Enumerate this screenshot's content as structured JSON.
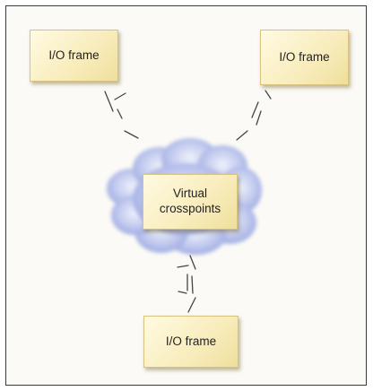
{
  "nodes": {
    "io_top_left": "I/O frame",
    "io_top_right": "I/O frame",
    "center": "Virtual\ncrosspoints",
    "io_bottom": "I/O frame"
  },
  "colors": {
    "box_fill": "#f8ecbb",
    "cloud": "#a9b6e6",
    "frame_border": "#3a3a3a",
    "connector": "#444444"
  }
}
